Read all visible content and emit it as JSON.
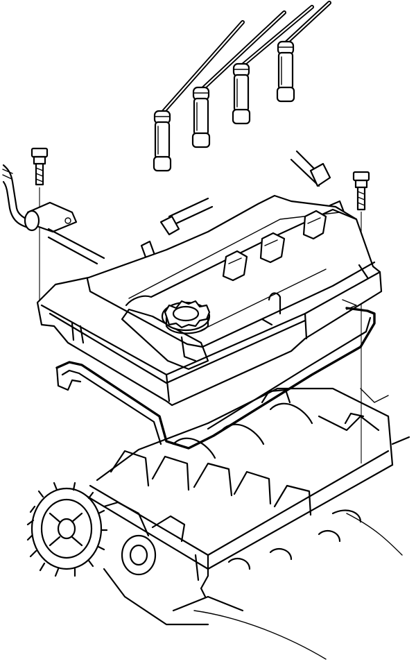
{
  "figure": {
    "colors": {
      "ink": "#000000",
      "paper": "#ffffff"
    },
    "parts": [
      {
        "id": "spark-plug-boot-1",
        "icon": "spark-plug-boot-icon"
      },
      {
        "id": "spark-plug-boot-2",
        "icon": "spark-plug-boot-icon"
      },
      {
        "id": "spark-plug-boot-3",
        "icon": "spark-plug-boot-icon"
      },
      {
        "id": "spark-plug-boot-4",
        "icon": "spark-plug-boot-icon"
      },
      {
        "id": "cover-bolt-left",
        "icon": "bolt-icon"
      },
      {
        "id": "cover-bolt-right",
        "icon": "bolt-icon"
      },
      {
        "id": "cylinder-head-cover",
        "icon": "valve-cover-icon"
      },
      {
        "id": "oil-filler-cap",
        "icon": "gear-cap-icon"
      },
      {
        "id": "cover-gasket",
        "icon": "gasket-icon"
      },
      {
        "id": "cylinder-head",
        "icon": "engine-head-icon"
      },
      {
        "id": "camshaft-pulley",
        "icon": "sprocket-icon"
      }
    ]
  }
}
